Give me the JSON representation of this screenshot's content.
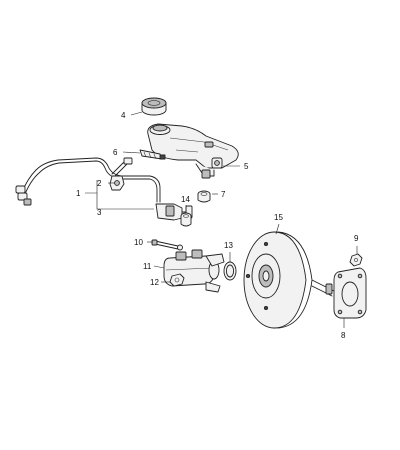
{
  "callouts": {
    "n1": "1",
    "n2": "2",
    "n3": "3",
    "n4": "4",
    "n5": "5",
    "n6": "6",
    "n7": "7",
    "n8": "8",
    "n9": "9",
    "n10": "10",
    "n11": "11",
    "n12": "12",
    "n13": "13",
    "n14": "14",
    "n15": "15"
  },
  "colors": {
    "line": "#222222",
    "background": "#ffffff",
    "part_fill": "#f2f2f2",
    "shade": "#bdbdbd"
  }
}
